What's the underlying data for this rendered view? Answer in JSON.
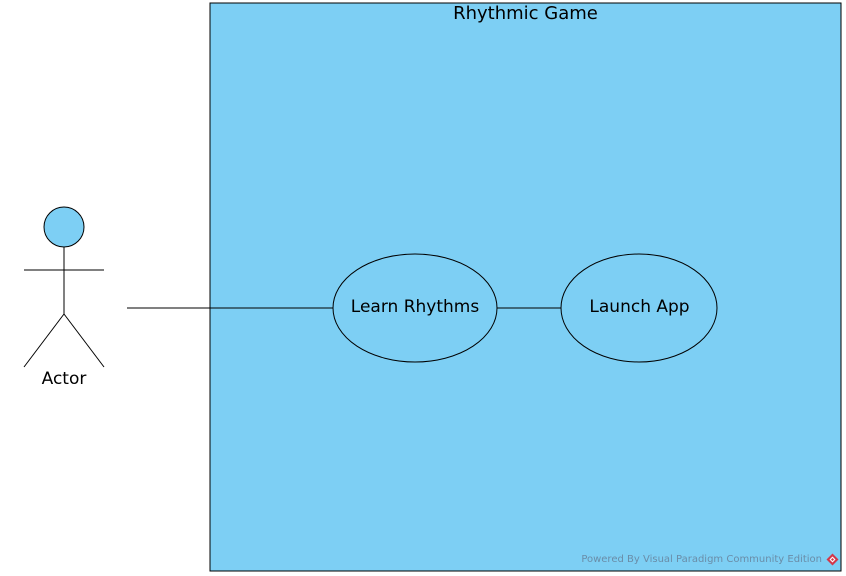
{
  "system": {
    "title": "Rhythmic Game",
    "fill_color": "#7dcff4"
  },
  "actor": {
    "label": "Actor",
    "head_color": "#7dcff4"
  },
  "use_cases": [
    {
      "label": "Learn Rhythms"
    },
    {
      "label": "Launch App"
    }
  ],
  "associations": [
    {
      "from": "Actor",
      "to": "Learn Rhythms"
    },
    {
      "from": "Learn Rhythms",
      "to": "Launch App"
    }
  ],
  "watermark": {
    "text": "Powered By Visual Paradigm Community Edition",
    "logo_icon": "visual-paradigm-logo-icon",
    "logo_color": "#d2384a"
  }
}
